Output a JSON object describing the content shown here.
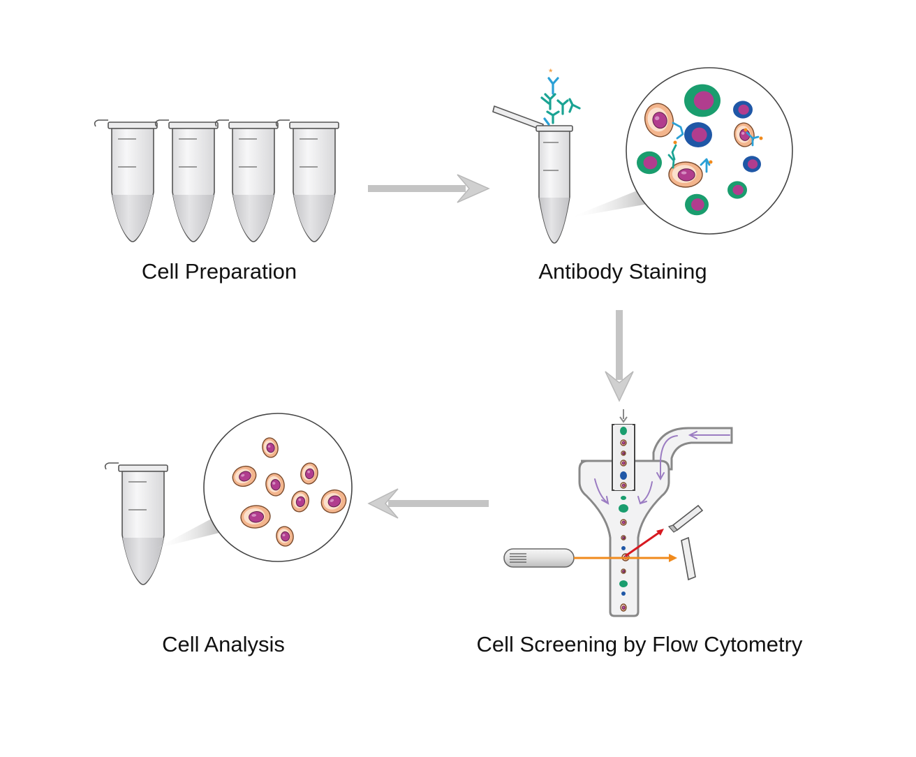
{
  "steps": [
    {
      "label": "Cell Preparation"
    },
    {
      "label": "Antibody Staining"
    },
    {
      "label": "Cell Screening by Flow Cytometry"
    },
    {
      "label": "Cell Analysis"
    }
  ],
  "colors": {
    "arrow": "#c4c4c4",
    "tube_fill": "#f2f2f3",
    "tube_liquid": "#d4d4d6",
    "cell_outer": "#f3b58d",
    "cell_nucleus": "#b13d8e",
    "antibody_teal": "#1aa393",
    "antibody_blue": "#2aa0d6",
    "green_cell": "#1a9d6e",
    "blue_cell": "#1f57a6",
    "laser_orange": "#f08a1c",
    "scatter_red": "#d71920",
    "flow_purple": "#9b7cc2"
  }
}
